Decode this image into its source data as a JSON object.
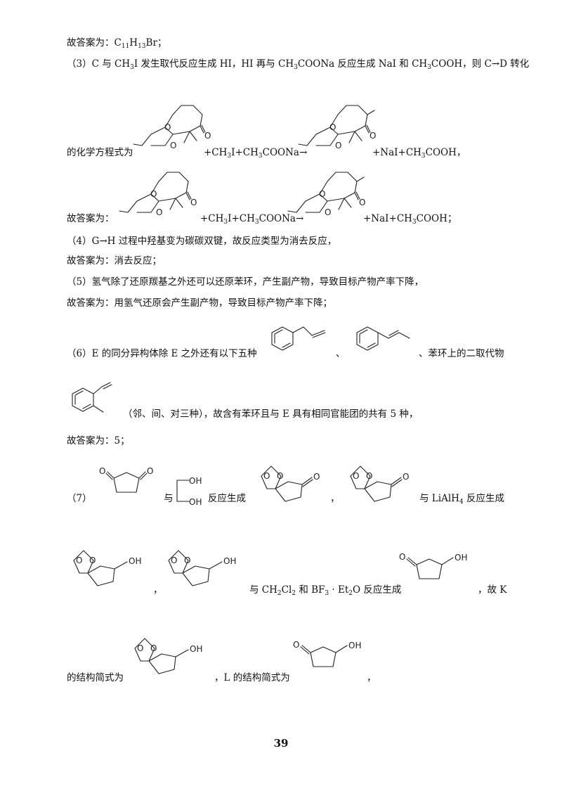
{
  "lines": {
    "l1": "故答案为：C11H13Br；",
    "l2": "（3）C 与 CH3I 发生取代反应生成 HI，HI 再与 CH3COONa 反应生成 NaI 和 CH3COOH，则 C→D 转化",
    "l3a": "的化学方程式为",
    "l3b": "+CH3I+CH3COONa→",
    "l3c": "+NaI+CH3COOH，",
    "l4a": "故答案为：",
    "l4b": "+CH3I+CH3COONa→",
    "l4c": "+NaI+CH3COOH；",
    "l5": "（4）G→H 过程中羟基变为碳碳双键，故反应类型为消去反应，",
    "l6": "故答案为：消去反应；",
    "l7": "（5）氢气除了还原羰基之外还可以还原苯环，产生副产物，导致目标产物产率下降，",
    "l8": "故答案为：用氢气还原会产生副产物，导致目标产物产率下降；",
    "l9a": "（6）E 的同分异构体除 E 之外还有以下五种",
    "l9b": "、",
    "l9c": "、苯环上的二取代物",
    "l10": "（邻、间、对三种），故含有苯环且与 E 具有相同官能团的共有 5 种，",
    "l11": "故答案为：5；",
    "l12a": "（7）",
    "l12b": "与",
    "l12c": "反应生成",
    "l12d": "，",
    "l12e": "与 LiAlH4 反应生成",
    "l13a": "，",
    "l13b": "与 CH2Cl2 和 BF3 · Et2O 反应生成",
    "l13c": "，故 K",
    "l14a": "的结构简式为",
    "l14b": "，L 的结构简式为",
    "l14c": "，"
  },
  "atoms": {
    "O": "O",
    "OH": "OH"
  },
  "page_number": "39"
}
